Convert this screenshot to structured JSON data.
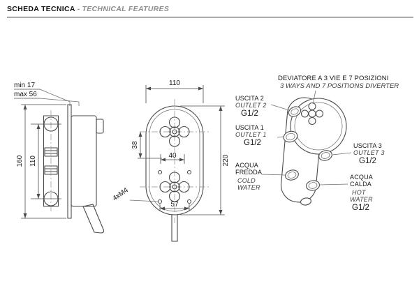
{
  "colors": {
    "line": "#4a4a4a",
    "text": "#1a1a1a",
    "muted_text": "#8d8d8d"
  },
  "header": {
    "title_it": "SCHEDA TECNICA",
    "separator": "-",
    "title_en": "TECHNICAL FEATURES"
  },
  "side_view": {
    "min_depth": "min 17",
    "max_depth": "max 56",
    "height": "160",
    "center_distance": "110"
  },
  "front_view": {
    "width": "110",
    "knob_offset": "38",
    "knob_spacing": "40",
    "height": "220",
    "screws": "4xM4",
    "screw_spacing": "57"
  },
  "diverter": {
    "title_it": "DEVIATORE A 3 VIE E 7 POSIZIONI",
    "title_en": "3 WAYS AND 7 POSITIONS DIVERTER",
    "outlet2": {
      "it": "USCITA 2",
      "en": "OUTLET 2",
      "thread": "G1/2"
    },
    "outlet1": {
      "it": "USCITA 1",
      "en": "OUTLET 1",
      "thread": "G1/2"
    },
    "outlet3": {
      "it": "USCITA 3",
      "en": "OUTLET 3",
      "thread": "G1/2"
    },
    "cold": {
      "it1": "ACQUA",
      "it2": "FREDDA",
      "en1": "COLD",
      "en2": "WATER"
    },
    "hot": {
      "it1": "ACQUA",
      "it2": "CALDA",
      "en1": "HOT",
      "en2": "WATER",
      "thread": "G1/2"
    }
  }
}
